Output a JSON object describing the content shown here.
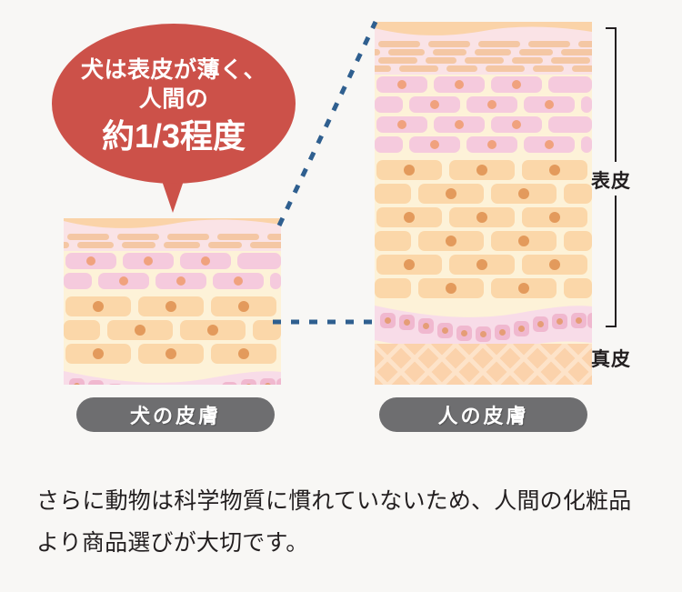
{
  "background_color": "#f8f7f5",
  "callout": {
    "shape": "speech-bubble-ellipse",
    "fill_color": "#cc5149",
    "text_color": "#ffffff",
    "line1": "犬は表皮が薄く、",
    "line2": "人間の",
    "line3": "約1/3程度"
  },
  "diagram": {
    "connector_color": "#2f5f8f",
    "dog_panel": {
      "caption": "犬の皮膚",
      "layers": [
        {
          "name": "stratum-corneum-surface",
          "color": "#fad3a8"
        },
        {
          "name": "stratum-corneum-flat-cells",
          "color": "#fae3e6",
          "rows": 2
        },
        {
          "name": "granular-pink-cells",
          "color": "#f5cadd",
          "rows": 2
        },
        {
          "name": "spinous-peach-cells",
          "color": "#fbd7a9",
          "rows": 3
        },
        {
          "name": "basal-layer",
          "color": "#f8dce8"
        },
        {
          "name": "dermis-mesh",
          "color": "#fbd2ab"
        }
      ]
    },
    "human_panel": {
      "caption": "人の皮膚",
      "layers": [
        {
          "name": "stratum-corneum-surface",
          "color": "#fad3a8"
        },
        {
          "name": "stratum-corneum-flat-cells",
          "color": "#fae3e6",
          "rows": 4
        },
        {
          "name": "granular-pink-cells",
          "color": "#f5cadd",
          "rows": 4
        },
        {
          "name": "spinous-peach-cells",
          "color": "#fbd7a9",
          "rows": 6
        },
        {
          "name": "basal-layer",
          "color": "#f8dce8"
        },
        {
          "name": "dermis-mesh",
          "color": "#fbd2ab"
        }
      ]
    },
    "annotations": {
      "epidermis_label": "表皮",
      "dermis_label": "真皮",
      "bracket_color": "#231f20"
    }
  },
  "body_copy": {
    "text": "さらに動物は科学物質に慣れていないため、人間の化粧品より商品選びが大切です。"
  }
}
